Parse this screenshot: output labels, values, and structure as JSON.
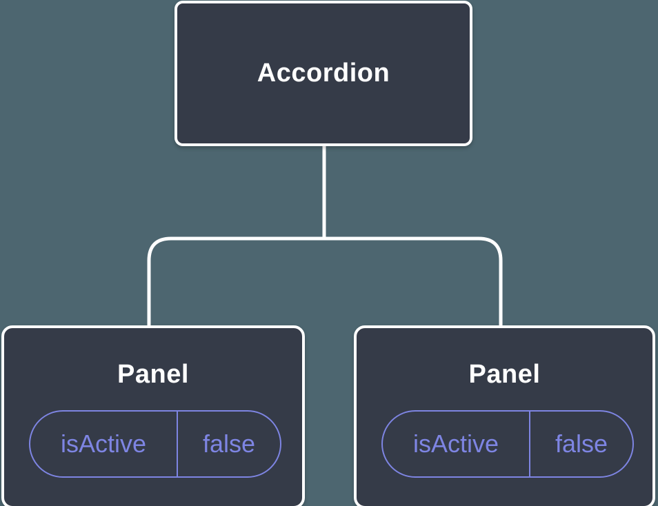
{
  "diagram": {
    "root": {
      "label": "Accordion"
    },
    "children": [
      {
        "label": "Panel",
        "state": {
          "key": "isActive",
          "value": "false"
        }
      },
      {
        "label": "Panel",
        "state": {
          "key": "isActive",
          "value": "false"
        }
      }
    ]
  },
  "colors": {
    "background": "#4d6670",
    "node_fill": "#353b48",
    "node_border": "#ffffff",
    "node_text": "#ffffff",
    "connector": "#ffffff",
    "state_accent": "#7e85e3"
  }
}
